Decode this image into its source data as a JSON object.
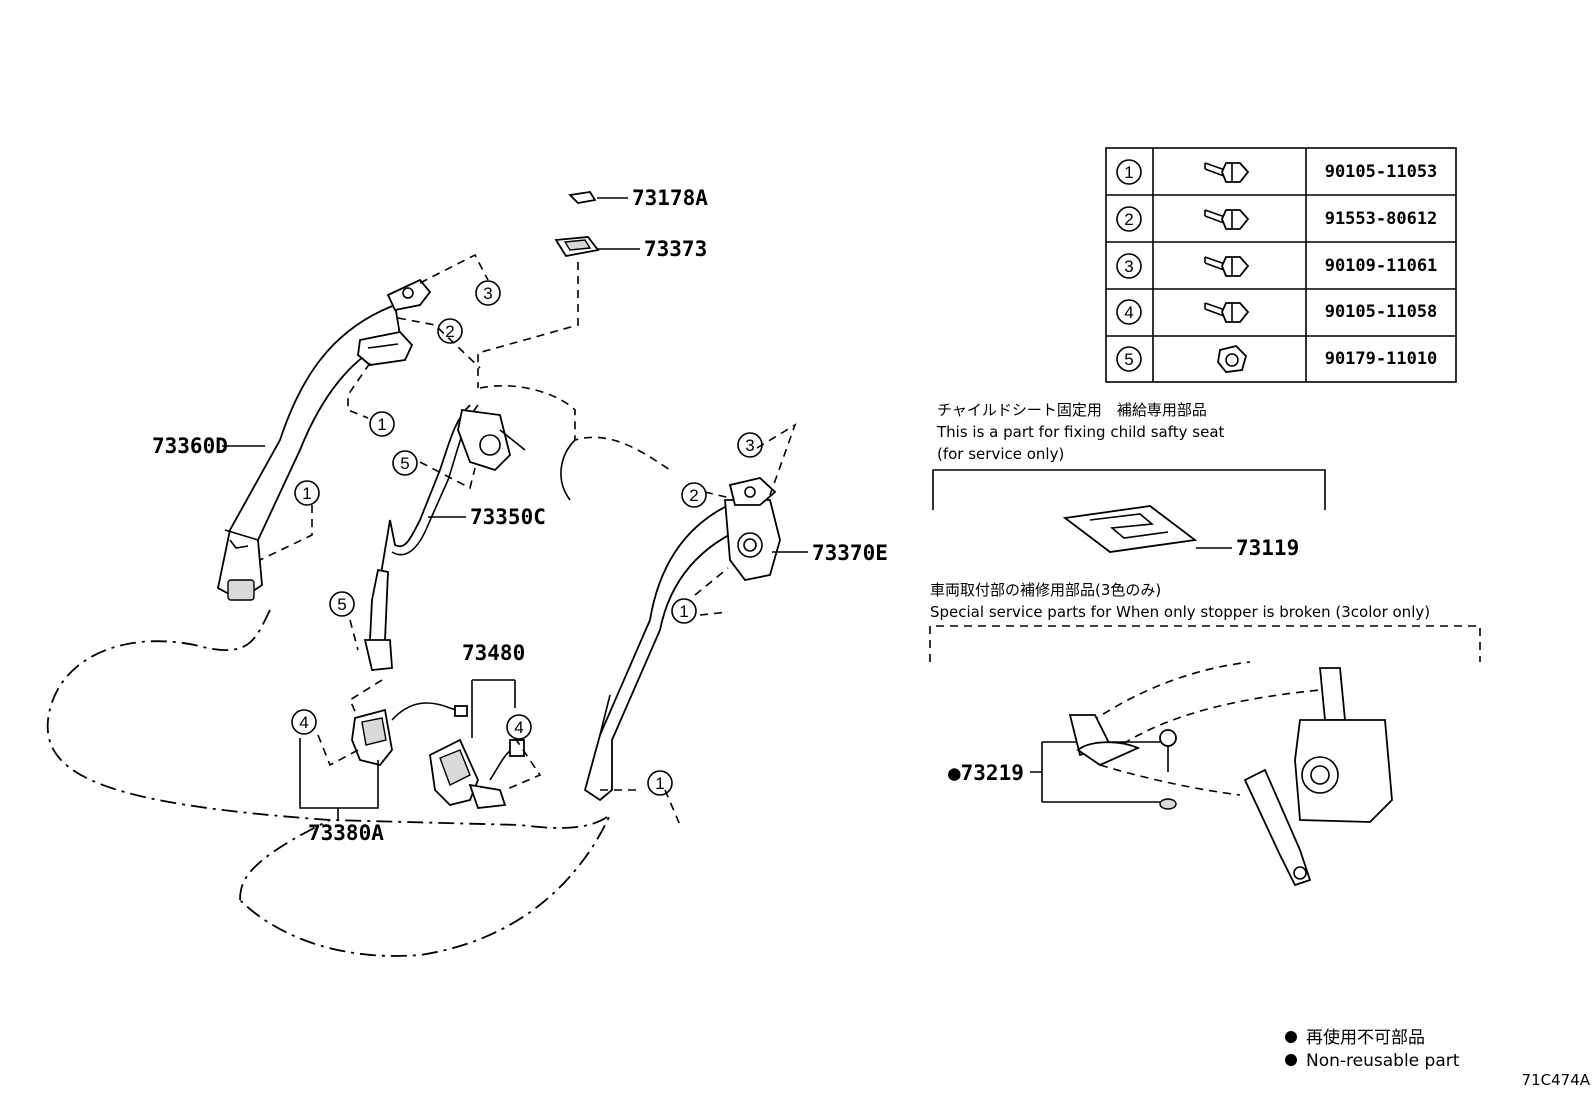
{
  "part_labels": {
    "p73178A": "73178A",
    "p73373": "73373",
    "p73360D": "73360D",
    "p73350C": "73350C",
    "p73370E": "73370E",
    "p73480": "73480",
    "p73380A": "73380A",
    "p73119": "73119",
    "p73219": "●73219"
  },
  "callouts": {
    "c1": "1",
    "c2": "2",
    "c3": "3",
    "c4": "4",
    "c5": "5"
  },
  "fastener_table": [
    {
      "ref": "1",
      "part_no": "90105-11053",
      "icon": "bolt-icon"
    },
    {
      "ref": "2",
      "part_no": "91553-80612",
      "icon": "bolt-icon"
    },
    {
      "ref": "3",
      "part_no": "90109-11061",
      "icon": "bolt-icon"
    },
    {
      "ref": "4",
      "part_no": "90105-11058",
      "icon": "bolt-icon"
    },
    {
      "ref": "5",
      "part_no": "90179-11010",
      "icon": "nut-icon"
    }
  ],
  "notes": {
    "child_seat_jp": "チャイルドシート固定用　補給専用部品",
    "child_seat_en1": "This is a part for fixing child safty seat",
    "child_seat_en2": "(for service only)",
    "stopper_jp": "車両取付部の補修用部品(3色のみ)",
    "stopper_en": "Special service parts for When only stopper is broken (3color only)"
  },
  "legend": {
    "jp": "再使用不可部品",
    "en": "Non-reusable part"
  },
  "figure_code": "71C474A"
}
